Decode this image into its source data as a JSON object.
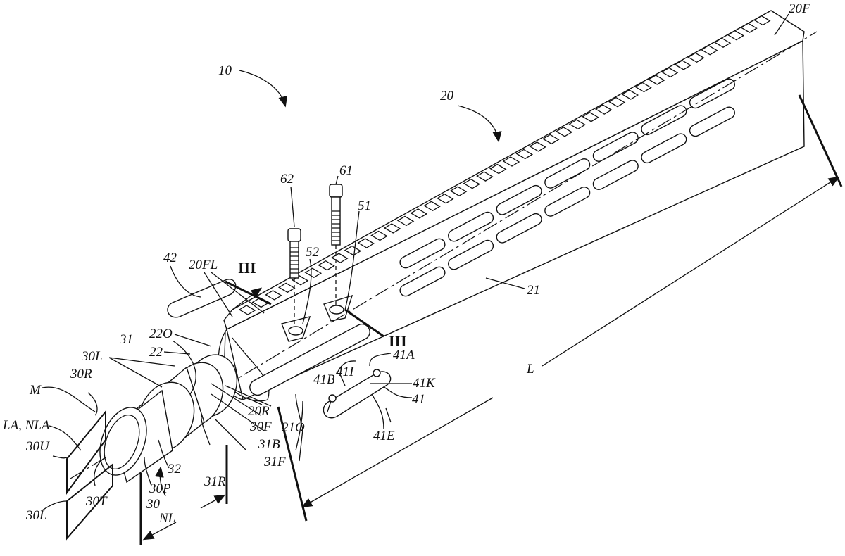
{
  "figure": {
    "labels": {
      "l10": "10",
      "l20": "20",
      "l20F": "20F",
      "l21": "21",
      "l62": "62",
      "l61": "61",
      "l51": "51",
      "l52": "52",
      "l42": "42",
      "l20FL": "20FL",
      "l22O": "22O",
      "l22": "22",
      "l31": "31",
      "l30L_a": "30L",
      "l30R": "30R",
      "lM": "M",
      "lLA": "LA, NLA",
      "l30U": "30U",
      "l30L_b": "30L",
      "l30T": "30T",
      "l32": "32",
      "l30P": "30P",
      "l30": "30",
      "lNL": "NL",
      "l31R": "31R",
      "l31F": "31F",
      "l31B": "31B",
      "l30F": "30F",
      "l20R": "20R",
      "l21O": "21O",
      "l41B": "41B",
      "l41I": "41I",
      "l41A": "41A",
      "l41K": "41K",
      "l41": "41",
      "l41E": "41E",
      "lL": "L"
    },
    "section_marks": {
      "upper": "III",
      "lower": "III"
    }
  }
}
